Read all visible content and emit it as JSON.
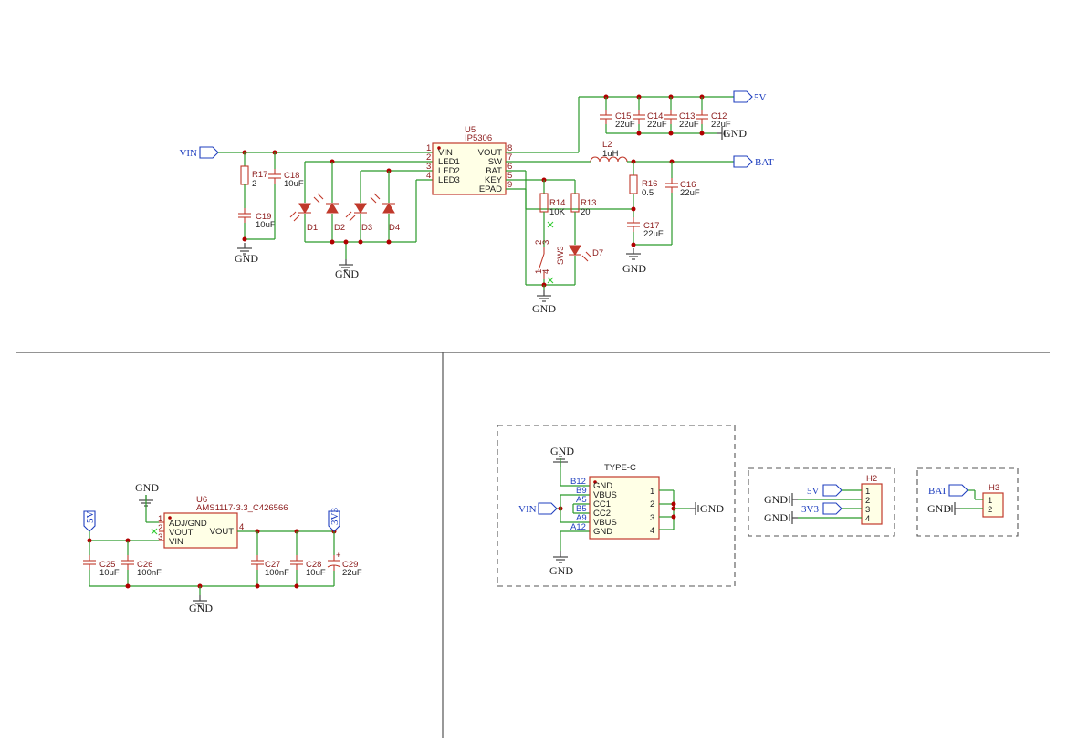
{
  "nets": {
    "vin": "VIN",
    "v5": "5V",
    "bat": "BAT",
    "gnd": "GND",
    "v33": "3V3"
  },
  "u5": {
    "ref": "U5",
    "part": "IP5306",
    "left_pins": [
      [
        "1",
        "VIN"
      ],
      [
        "2",
        "LED1"
      ],
      [
        "3",
        "LED2"
      ],
      [
        "4",
        "LED3"
      ]
    ],
    "right_pins": [
      [
        "8",
        "VOUT"
      ],
      [
        "7",
        "SW"
      ],
      [
        "6",
        "BAT"
      ],
      [
        "5",
        "KEY"
      ],
      [
        "9",
        "EPAD"
      ]
    ]
  },
  "power_components": [
    {
      "ref": "R17",
      "value": "2"
    },
    {
      "ref": "C18",
      "value": "10uF"
    },
    {
      "ref": "C19",
      "value": "10uF"
    },
    {
      "ref": "C15",
      "value": "22uF"
    },
    {
      "ref": "C14",
      "value": "22uF"
    },
    {
      "ref": "C13",
      "value": "22uF"
    },
    {
      "ref": "C12",
      "value": "22uF"
    },
    {
      "ref": "L2",
      "value": "1uH"
    },
    {
      "ref": "R16",
      "value": "0.5"
    },
    {
      "ref": "C16",
      "value": "22uF"
    },
    {
      "ref": "C17",
      "value": "22uF"
    },
    {
      "ref": "R14",
      "value": "10K"
    },
    {
      "ref": "R13",
      "value": "20"
    }
  ],
  "diodes": [
    "D1",
    "D2",
    "D3",
    "D4",
    "D7"
  ],
  "switch": {
    "ref": "SW3",
    "pins": [
      "2",
      "3",
      "1",
      "4"
    ]
  },
  "u6": {
    "ref": "U6",
    "part": "AMS1117-3.3_C426566",
    "left_pins": [
      [
        "1",
        "ADJ/GND"
      ],
      [
        "2",
        "VOUT"
      ],
      [
        "3",
        "VIN"
      ]
    ],
    "right_pins": [
      [
        "4",
        "VOUT"
      ]
    ]
  },
  "ldo_components": [
    {
      "ref": "C25",
      "value": "10uF"
    },
    {
      "ref": "C26",
      "value": "100nF"
    },
    {
      "ref": "C27",
      "value": "100nF"
    },
    {
      "ref": "C28",
      "value": "10uF"
    },
    {
      "ref": "C29",
      "value": "22uF"
    }
  ],
  "usb": {
    "title": "TYPE-C",
    "left_pins": [
      [
        "B12",
        "GND"
      ],
      [
        "B9",
        "VBUS"
      ],
      [
        "A5",
        "CC1"
      ],
      [
        "B5",
        "CC2"
      ],
      [
        "A9",
        "VBUS"
      ],
      [
        "A12",
        "GND"
      ]
    ],
    "right_pins": [
      "1",
      "2",
      "3",
      "4"
    ]
  },
  "h2": {
    "ref": "H2",
    "pins": [
      "1",
      "2",
      "3",
      "4"
    ]
  },
  "h3": {
    "ref": "H3",
    "pins": [
      "1",
      "2"
    ]
  }
}
